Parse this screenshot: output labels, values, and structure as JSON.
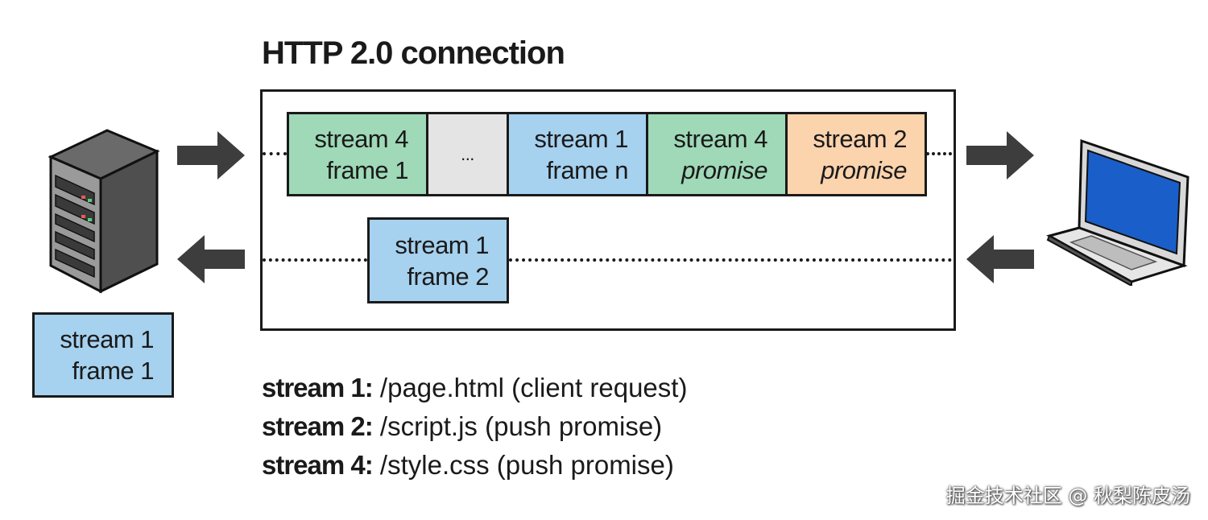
{
  "title": "HTTP 2.0 connection",
  "outgoing_frames": [
    {
      "line1": "stream 4",
      "line2": "frame 1",
      "color": "#9fd9b8"
    },
    {
      "line1": "...",
      "line2": "",
      "color": "#e4e4e4"
    },
    {
      "line1": "stream 1",
      "line2": "frame n",
      "color": "#a6d1ef"
    },
    {
      "line1": "stream 4",
      "line2": "promise",
      "color": "#9fd9b8"
    },
    {
      "line1": "stream 2",
      "line2": "promise",
      "color": "#fbd3ad"
    }
  ],
  "incoming_frame": {
    "line1": "stream 1",
    "line2": "frame 2",
    "color": "#a6d1ef"
  },
  "server_frame": {
    "line1": "stream 1",
    "line2": "frame 1",
    "color": "#a6d1ef"
  },
  "legend": [
    {
      "stream": "stream 1:",
      "detail": " /page.html  (client request)"
    },
    {
      "stream": "stream 2:",
      "detail": " /script.js  (push promise)"
    },
    {
      "stream": "stream 4:",
      "detail": " /style.css  (push promise)"
    }
  ],
  "watermark": "掘金技术社区 @ 秋梨陈皮汤",
  "icons": {
    "server": "server-icon",
    "client": "laptop-icon"
  }
}
